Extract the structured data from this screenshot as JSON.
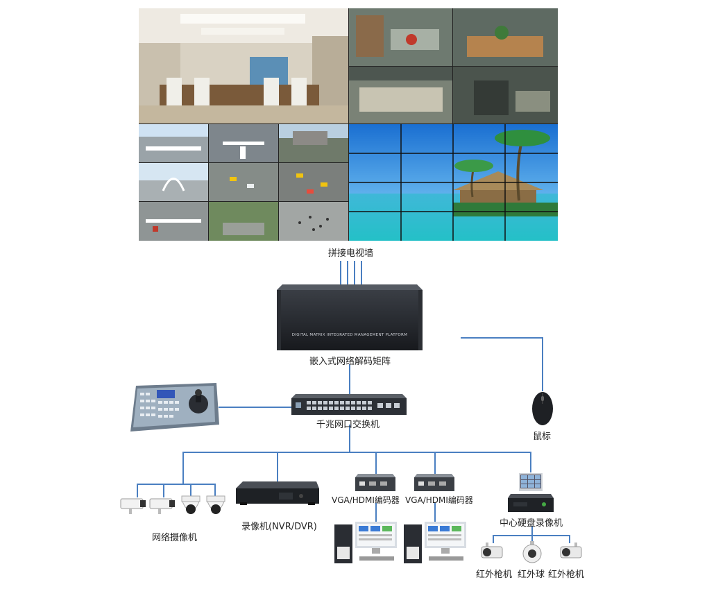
{
  "labels": {
    "video_wall": "拼接电视墙",
    "decoder_matrix": "嵌入式网络解码矩阵",
    "decoder_panel_text": "DIGITAL MATRIX INTEGRATED MANAGEMENT PLATFORM",
    "switch": "千兆网口交换机",
    "mouse": "鼠标",
    "ip_cameras": "网络摄像机",
    "recorder": "录像机(NVR/DVR)",
    "encoder_1": "VGA/HDMI编码器",
    "encoder_2": "VGA/HDMI编码器",
    "center_recorder": "中心硬盘录像机",
    "ir_gun_1": "红外枪机",
    "ir_dome": "红外球",
    "ir_gun_2": "红外枪机"
  },
  "colors": {
    "link_line": "#4a7fc1",
    "device_dark": "#2a2d33",
    "sky": "#1d7fd6",
    "sea": "#3cc3d6"
  }
}
